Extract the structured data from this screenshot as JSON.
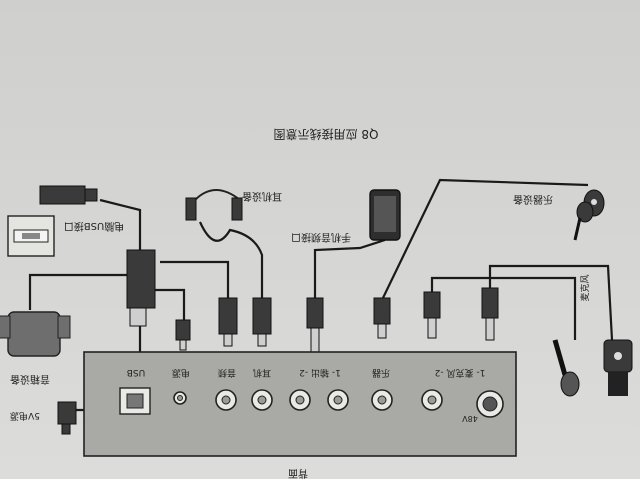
{
  "title": "Q8 应用接线示意图",
  "panel_caption": "背面",
  "panel_labels": {
    "usb": "USB",
    "power": "电源",
    "aux": "音频",
    "earphone": "耳机",
    "output2": "1- 输出 -2",
    "instrument": "乐器",
    "mic": "1- 麦克风 -2",
    "phantom": "48V"
  },
  "device_labels": {
    "computer_usb": "电脑USB接口",
    "earphone_device": "耳机设备",
    "phone": "手机音频接口",
    "instrument_device": "乐器设备",
    "speaker": "音箱设备",
    "power_5v": "5V电源",
    "microphone": "麦克风"
  }
}
